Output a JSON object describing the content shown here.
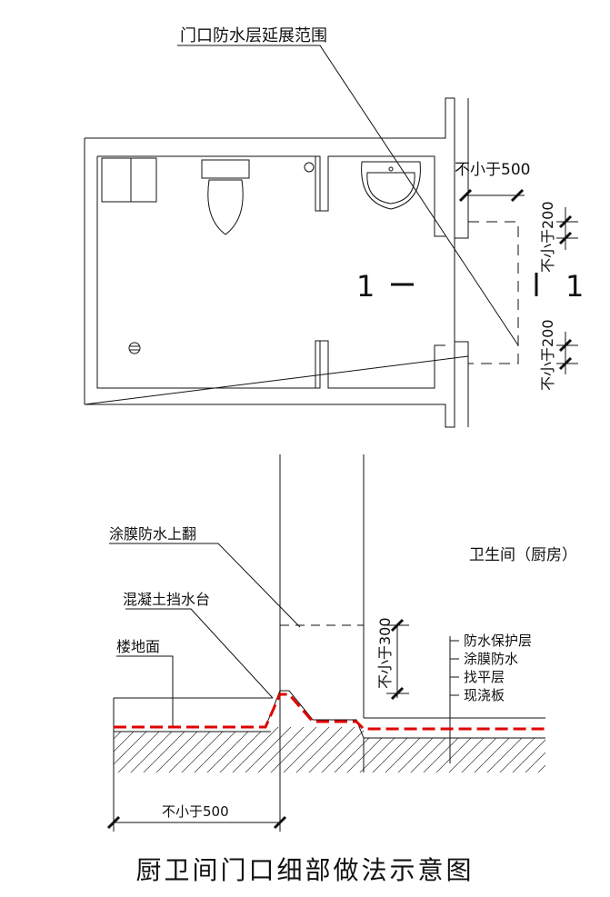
{
  "plan": {
    "extension_label": "门口防水层延展范围",
    "dim_top": "不小于500",
    "dim_right_top": "不小于200",
    "dim_right_bottom": "不小于200",
    "section_left_number": "1",
    "section_right_number": "1"
  },
  "section": {
    "room_label": "卫生间（厨房）",
    "coating_upturn_label": "涂膜防水上翻",
    "curb_label": "混凝土挡水台",
    "floor_label": "楼地面",
    "height_dim": "不小于300",
    "layers": [
      "防水保护层",
      "涂膜防水",
      "找平层",
      "现浇板"
    ],
    "bottom_dim": "不小于500"
  },
  "title": "厨卫间门口细部做法示意图",
  "colors": {
    "line": "#111111",
    "membrane": "#e00000"
  }
}
